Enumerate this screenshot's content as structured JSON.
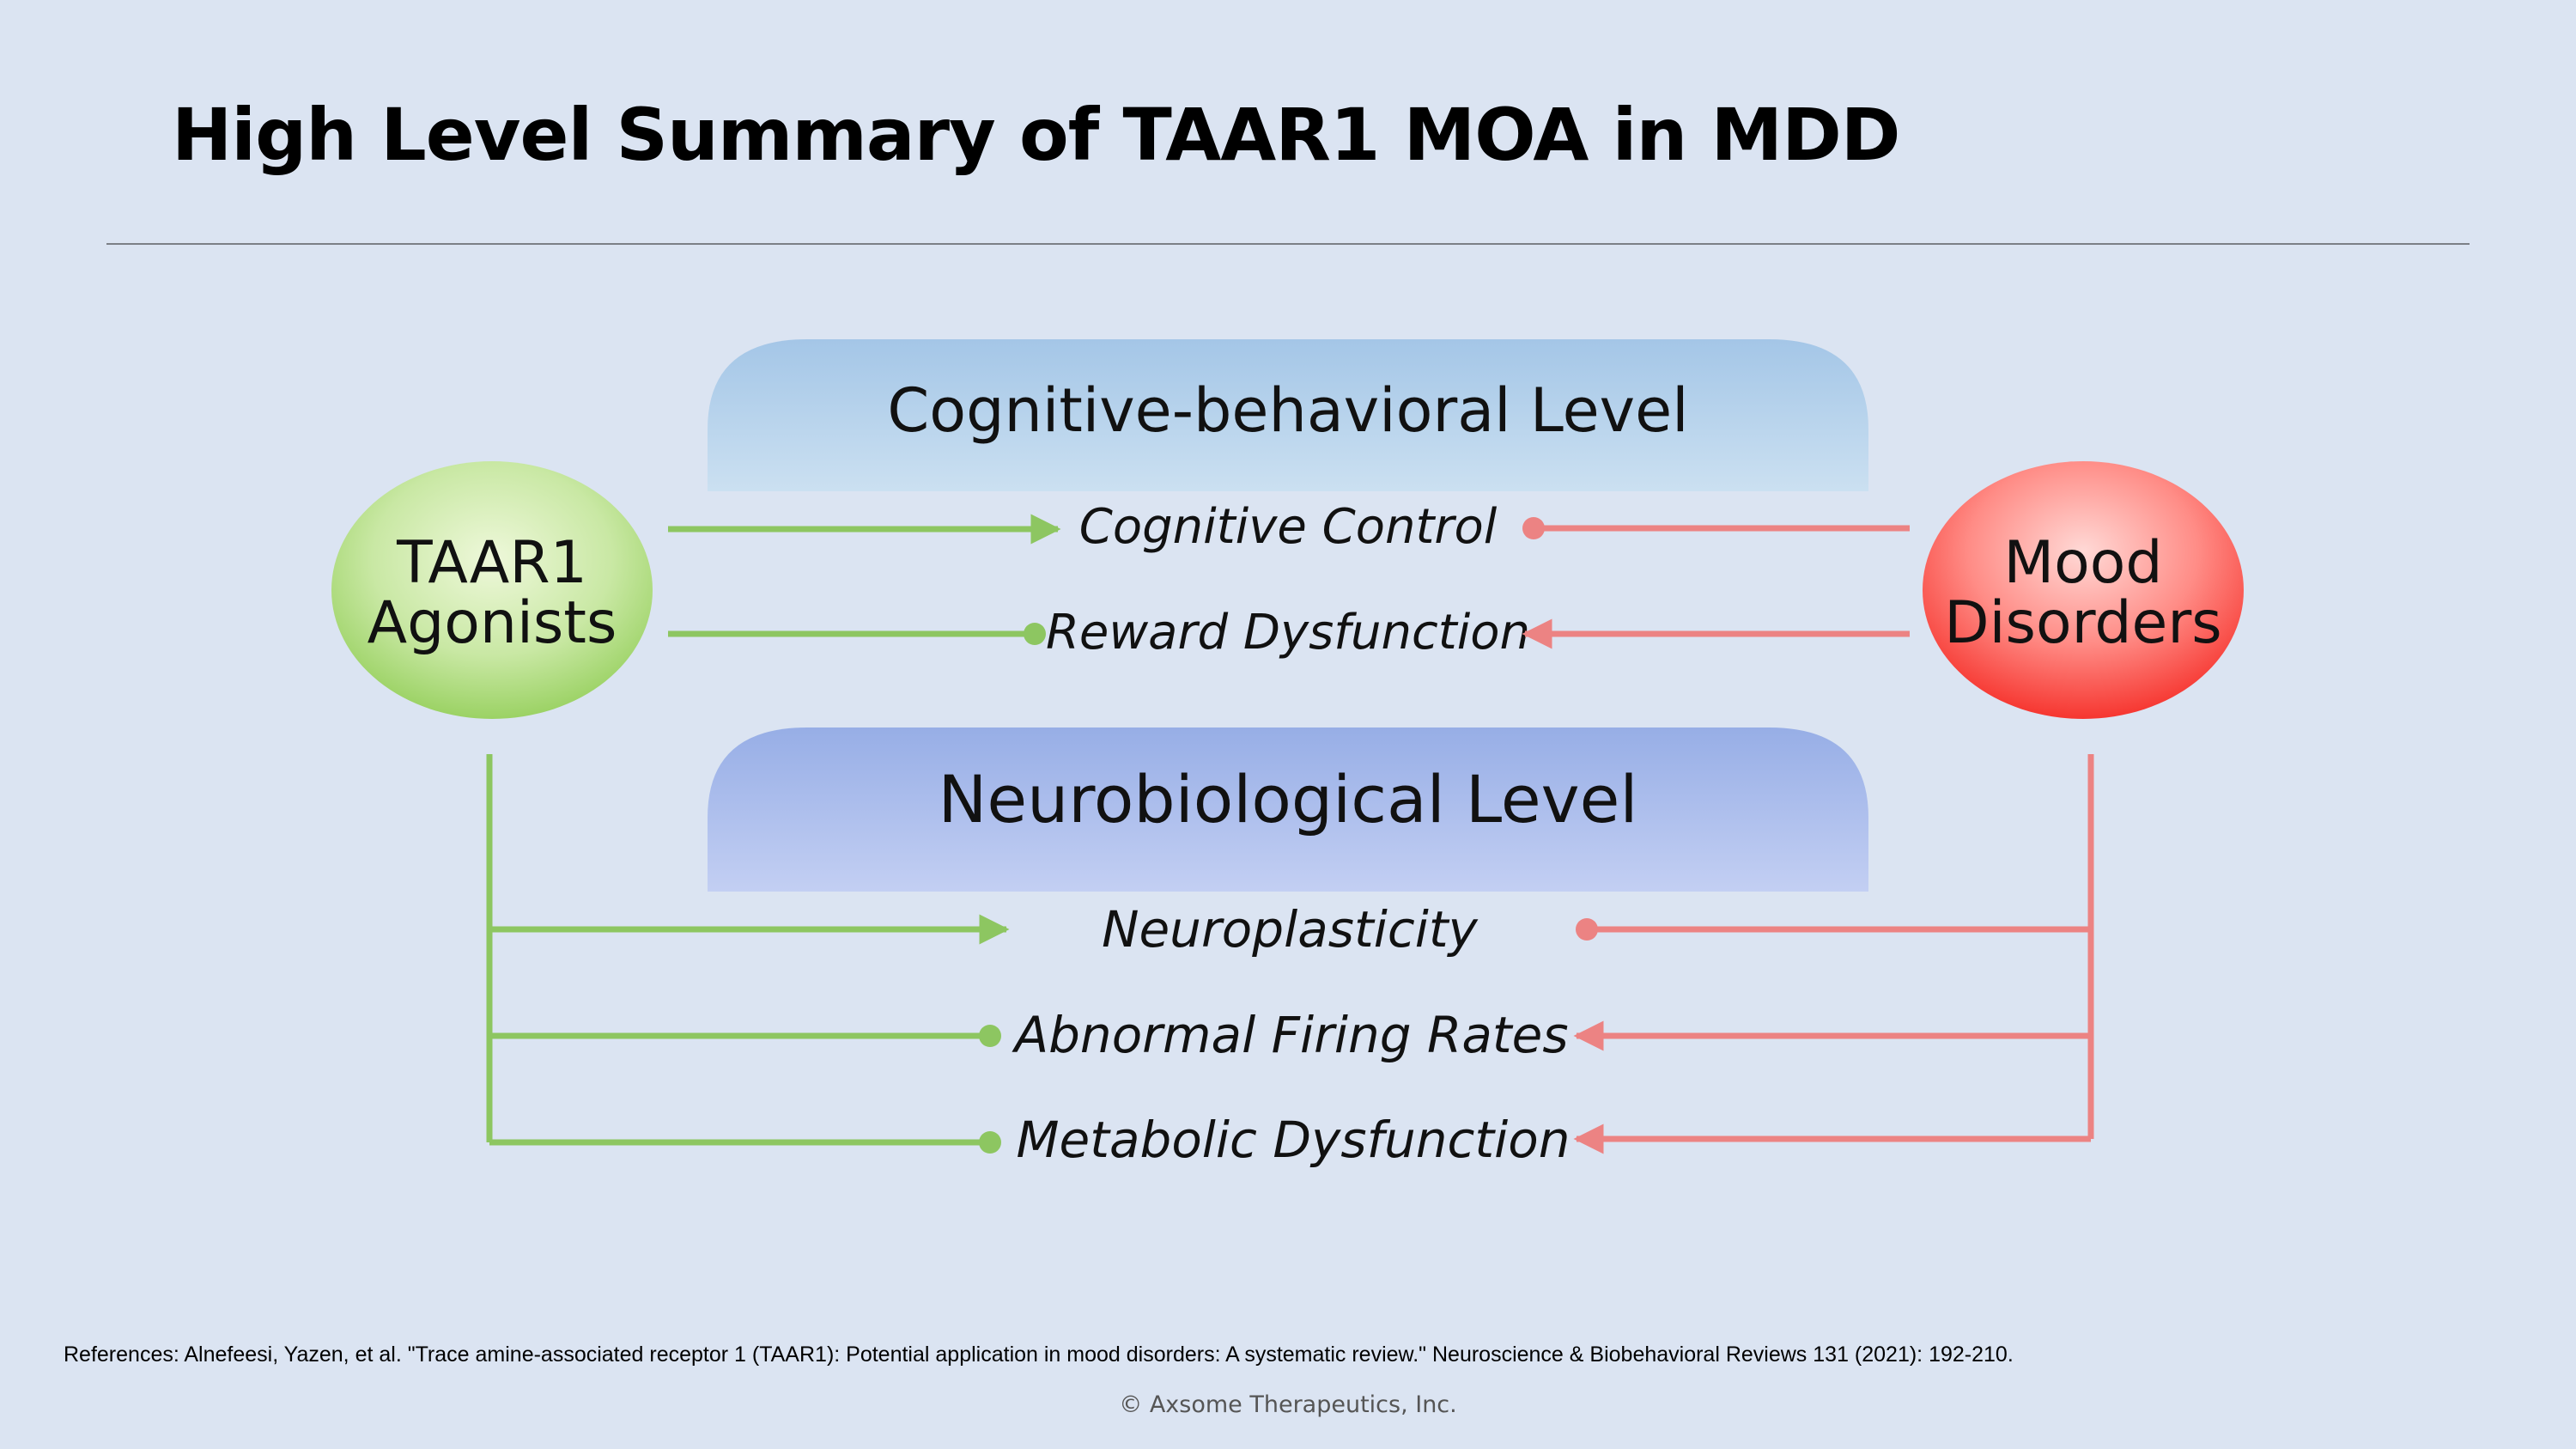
{
  "title": "High Level Summary of TAAR1 MOA in MDD",
  "diagram": {
    "left_node": {
      "line1": "TAAR1",
      "line2": "Agonists"
    },
    "right_node": {
      "line1": "Mood",
      "line2": "Disorders"
    },
    "cognitive_level": {
      "label": "Cognitive-behavioral Level",
      "items": [
        "Cognitive Control",
        "Reward Dysfunction"
      ]
    },
    "neurobiological_level": {
      "label": "Neurobiological Level",
      "items": [
        "Neuroplasticity",
        "Abnormal Firing Rates",
        "Metabolic Dysfunction"
      ]
    },
    "colors": {
      "agonist_green": "#8dc661",
      "disorder_red": "#ec8383",
      "cognitive_band": "#a9cbea",
      "neuro_band": "#9fb2e8",
      "background": "#dbe4f2"
    }
  },
  "footer": {
    "references": "References: Alnefeesi, Yazen, et al. \"Trace amine-associated receptor 1 (TAAR1): Potential application in mood disorders: A systematic review.\" Neuroscience & Biobehavioral Reviews 131 (2021): 192-210.",
    "copyright": "© Axsome Therapeutics, Inc."
  }
}
